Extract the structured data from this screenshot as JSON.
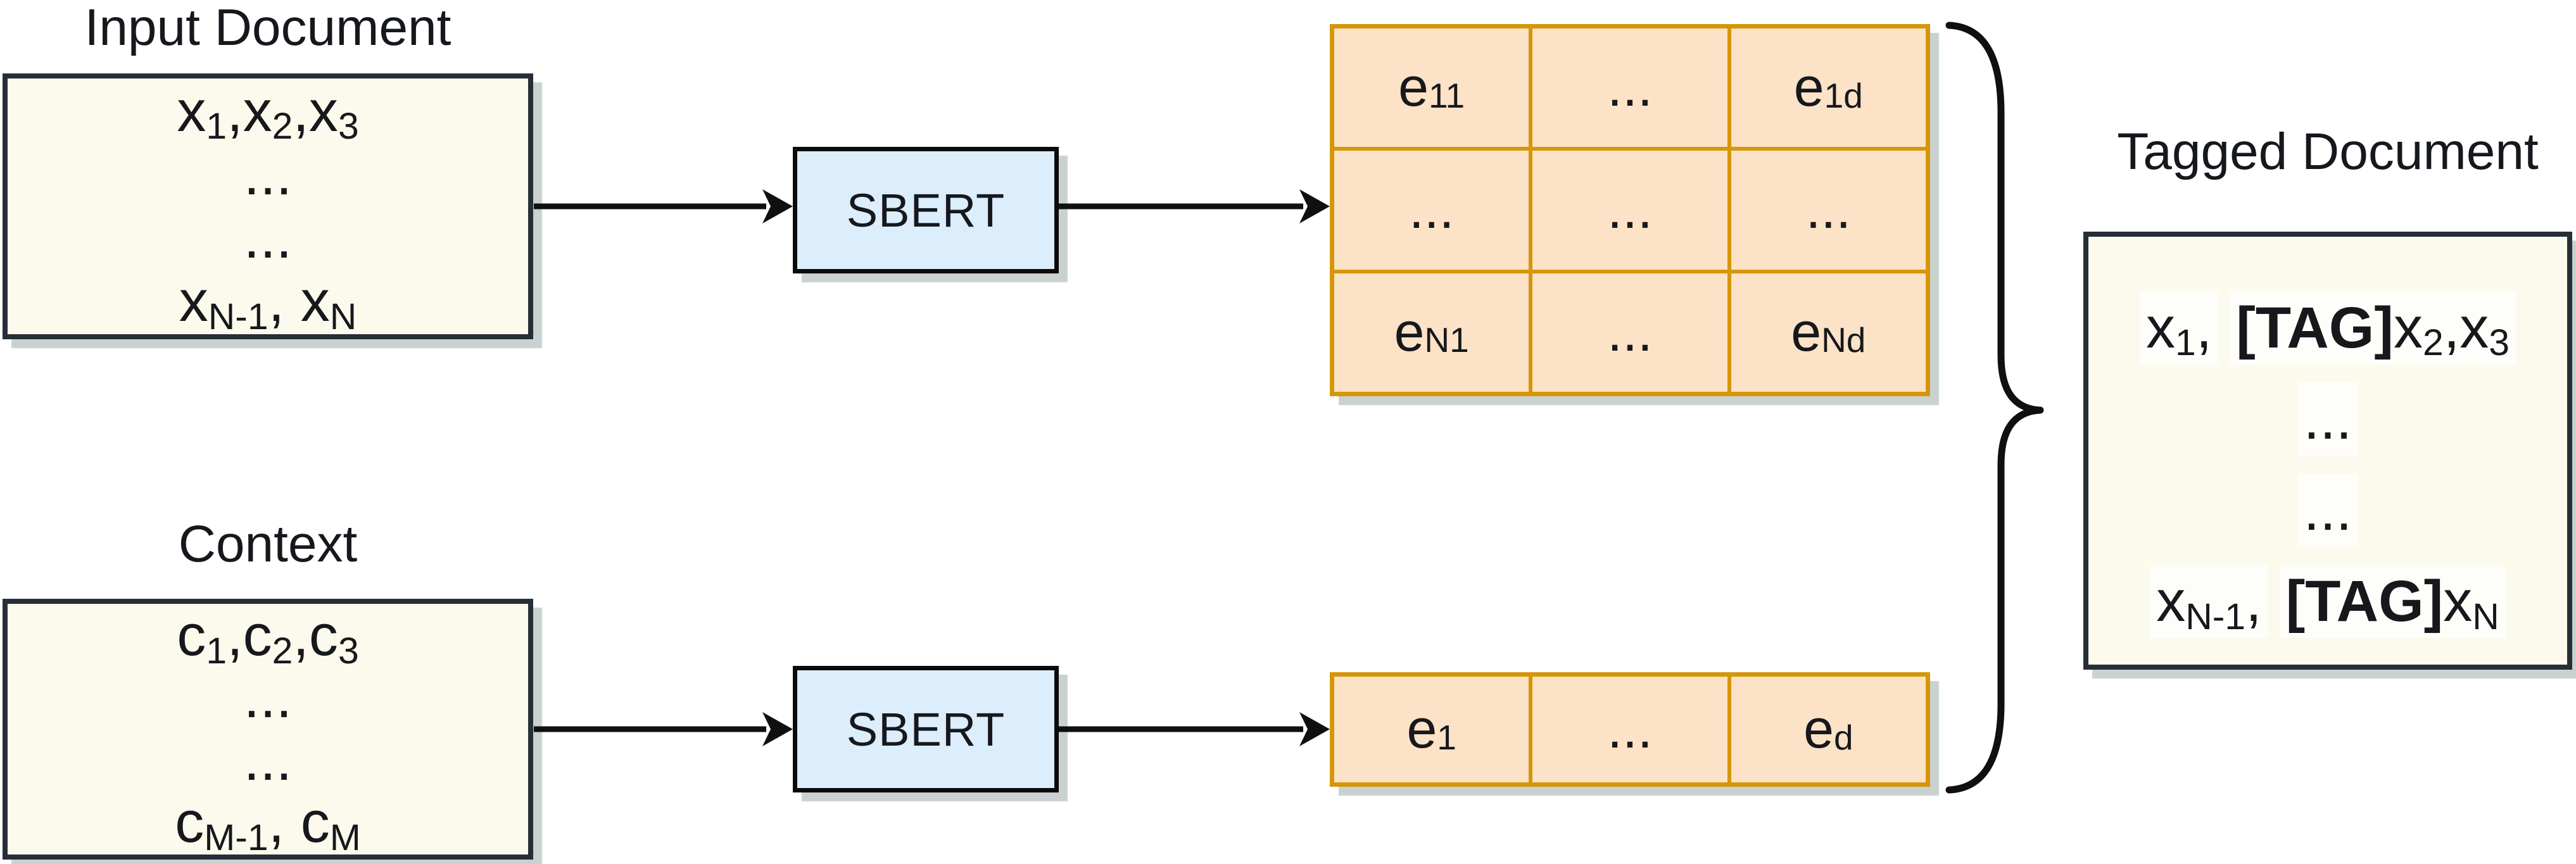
{
  "diagram": {
    "titles": {
      "input_document": "Input Document",
      "context": "Context",
      "tagged_document": "Tagged Document"
    },
    "input_document_box": {
      "lines": [
        "x_1_,x_2_,x_3_",
        "...",
        "...",
        "x_N-1_, x_N_"
      ]
    },
    "context_box": {
      "lines": [
        "c_1_,c_2_,c_3_",
        "...",
        "...",
        "c_M-1_, c_M_"
      ]
    },
    "encoder_top": {
      "label": "SBERT"
    },
    "encoder_bottom": {
      "label": "SBERT"
    },
    "embedding_matrix": {
      "rows": [
        [
          "e_11_",
          "...",
          "e_1d_"
        ],
        [
          "...",
          "...",
          "..."
        ],
        [
          "e_N1_",
          "...",
          "e_Nd_"
        ]
      ]
    },
    "embedding_vector": {
      "cells": [
        "e_1_",
        "...",
        "e_d_"
      ]
    },
    "tagged_box": {
      "lines": [
        [
          "x_1_,",
          "**[TAG]**x_2_,x_3_"
        ],
        [
          "..."
        ],
        [
          "..."
        ],
        [
          "x_N-1_,",
          "**[TAG]**x_N_"
        ]
      ]
    },
    "icons": {
      "arrow_right": "→",
      "curly_brace_right": "}"
    },
    "colors": {
      "background": "#ffffff",
      "document_fill": "#fbfaec",
      "document_border": "#262e38",
      "encoder_fill": "#dcedfc",
      "encoder_border": "#0b0b0b",
      "embedding_fill": "#fce2c6",
      "embedding_border": "#d59709",
      "shadow": "#c9d1d1",
      "label_background": "#fdfdfa",
      "line_color": "#101010",
      "text_color": "#16181c"
    }
  }
}
